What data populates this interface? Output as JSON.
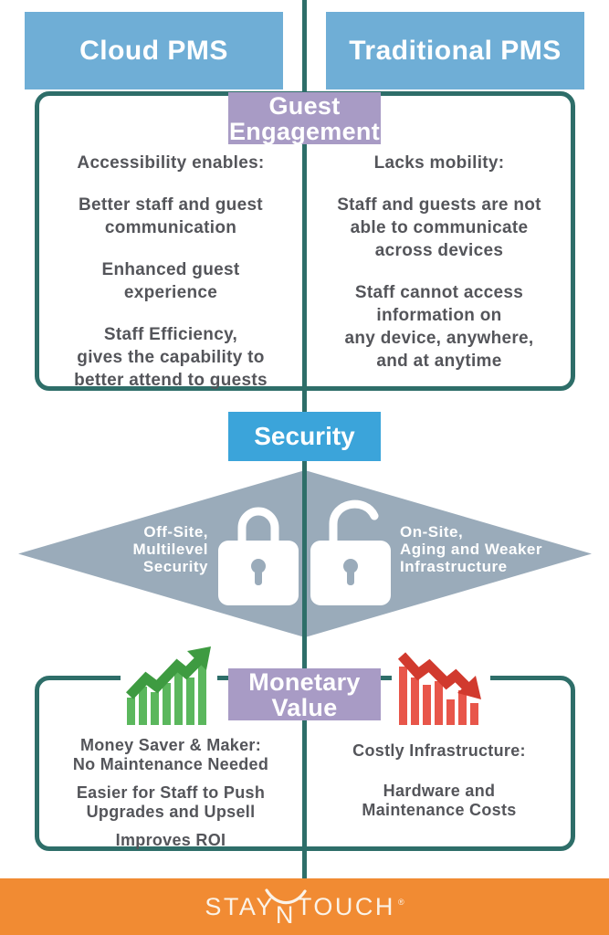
{
  "colors": {
    "header_blue": "#6FAED6",
    "security_blue": "#3BA4DA",
    "label_purple": "#A89BC5",
    "outline_teal": "#2E6E69",
    "diamond_gray": "#9AABBA",
    "footer_orange": "#F18B33",
    "growth_green": "#5BB75D",
    "growth_arrow_green": "#3E9B41",
    "decline_red": "#E8564A",
    "decline_arrow_red": "#D13A2E",
    "body_text": "#54555A"
  },
  "header": {
    "left_title": "Cloud PMS",
    "right_title": "Traditional PMS"
  },
  "guest_engagement": {
    "label": "Guest\nEngagement",
    "cloud": {
      "heading": "Accessibility enables:",
      "point1": "Better staff and guest\ncommunication",
      "point2": "Enhanced guest\nexperience",
      "point3": "Staff Efficiency,\ngives the capability to\nbetter attend to guests"
    },
    "traditional": {
      "heading": "Lacks mobility:",
      "point1": "Staff and guests are not\nable to communicate\nacross devices",
      "point2": "Staff cannot access\ninformation on\nany device, anywhere,\nand at anytime"
    }
  },
  "security": {
    "label": "Security",
    "cloud_caption": "Off-Site,\nMultilevel\nSecurity",
    "traditional_caption": "On-Site,\nAging and Weaker\nInfrastructure",
    "cloud_icon": "padlock-closed-icon",
    "traditional_icon": "padlock-open-icon"
  },
  "monetary_value": {
    "label": "Monetary\nValue",
    "cloud": {
      "icon": "growth-chart-icon",
      "point1": "Money Saver & Maker:\nNo Maintenance Needed",
      "point2": "Easier for Staff to Push\nUpgrades and Upsell",
      "point3": "Improves ROI"
    },
    "traditional": {
      "icon": "decline-chart-icon",
      "heading": "Costly Infrastructure:",
      "point1": "Hardware and\nMaintenance Costs"
    }
  },
  "footer": {
    "logo_stay": "STAY",
    "logo_n": "N",
    "logo_touch": "TOUCH",
    "registered_mark": "®"
  }
}
